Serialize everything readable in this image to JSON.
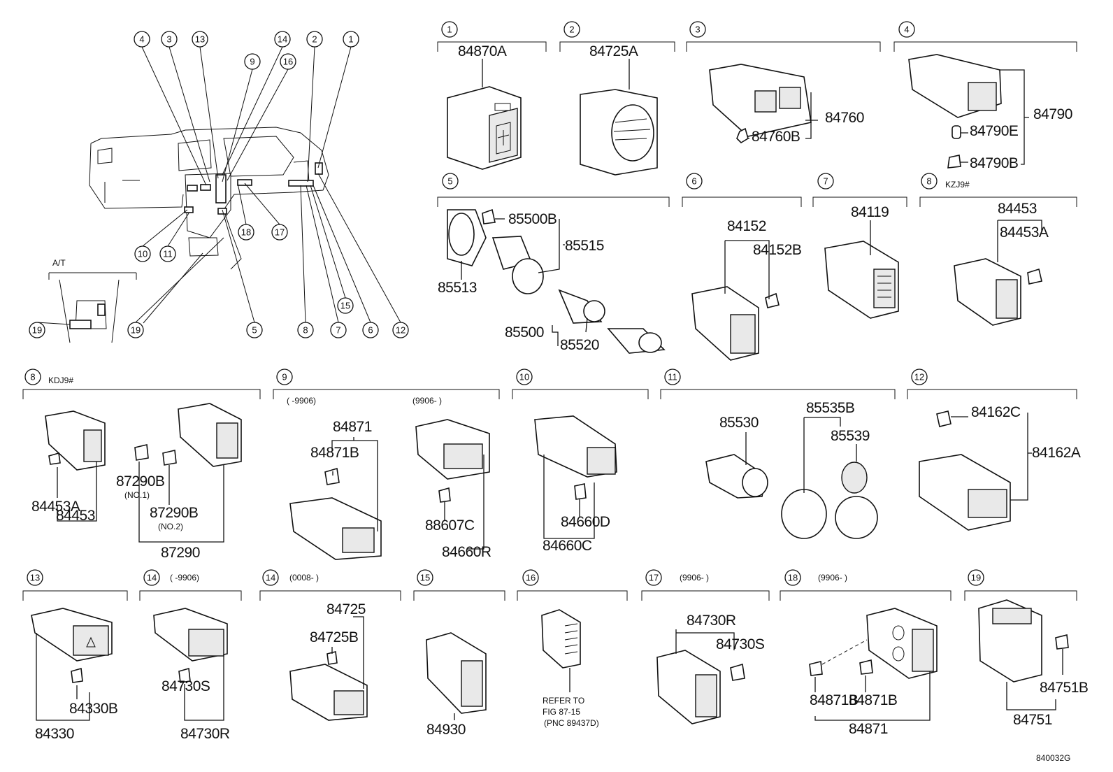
{
  "diagram_id": "840032G",
  "overview": {
    "at_label": "A/T",
    "callouts": [
      "4",
      "3",
      "13",
      "14",
      "2",
      "1",
      "9",
      "16",
      "10",
      "11",
      "18",
      "17",
      "5",
      "8",
      "7",
      "15",
      "6",
      "12",
      "19",
      "19"
    ]
  },
  "sections": [
    {
      "num": "1",
      "variant": "",
      "labels": [
        "84870A"
      ]
    },
    {
      "num": "2",
      "variant": "",
      "labels": [
        "84725A"
      ]
    },
    {
      "num": "3",
      "variant": "",
      "labels": [
        "84760",
        "84760B"
      ]
    },
    {
      "num": "4",
      "variant": "",
      "labels": [
        "84790",
        "84790E",
        "84790B"
      ]
    },
    {
      "num": "5",
      "variant": "",
      "labels": [
        "85500B",
        "85515",
        "85513",
        "85500",
        "85520"
      ]
    },
    {
      "num": "6",
      "variant": "",
      "labels": [
        "84152",
        "84152B"
      ]
    },
    {
      "num": "7",
      "variant": "",
      "labels": [
        "84119"
      ]
    },
    {
      "num": "8",
      "variant": "KZJ9#",
      "labels": [
        "84453",
        "84453A"
      ]
    },
    {
      "num": "8",
      "variant": "KDJ9#",
      "labels": [
        "84453A",
        "84453",
        "87290B",
        "87290B",
        "87290"
      ],
      "notes": [
        "(NO.1)",
        "(NO.2)"
      ]
    },
    {
      "num": "9",
      "variant": "",
      "ranges": [
        "(      -9906)",
        "(9906-      )"
      ],
      "labels": [
        "84871",
        "84871B",
        "88607C",
        "84660R"
      ]
    },
    {
      "num": "10",
      "variant": "",
      "labels": [
        "84660D",
        "84660C"
      ]
    },
    {
      "num": "11",
      "variant": "",
      "labels": [
        "85530",
        "85535B",
        "85539"
      ]
    },
    {
      "num": "12",
      "variant": "",
      "labels": [
        "84162C",
        "84162A"
      ]
    },
    {
      "num": "13",
      "variant": "",
      "labels": [
        "84330B",
        "84330"
      ]
    },
    {
      "num": "14",
      "variant": "(      -9906)",
      "labels": [
        "84730S",
        "84730R"
      ]
    },
    {
      "num": "14",
      "variant": "(0008-      )",
      "labels": [
        "84725",
        "84725B"
      ]
    },
    {
      "num": "15",
      "variant": "",
      "labels": [
        "84930"
      ]
    },
    {
      "num": "16",
      "variant": "",
      "labels": [],
      "notes": [
        "REFER TO",
        "FIG 87-15",
        "(PNC 89437D)"
      ]
    },
    {
      "num": "17",
      "variant": "(9906-      )",
      "labels": [
        "84730R",
        "84730S"
      ]
    },
    {
      "num": "18",
      "variant": "(9906-      )",
      "labels": [
        "84871B",
        "84871B",
        "84871"
      ]
    },
    {
      "num": "19",
      "variant": "",
      "labels": [
        "84751B",
        "84751"
      ]
    }
  ]
}
